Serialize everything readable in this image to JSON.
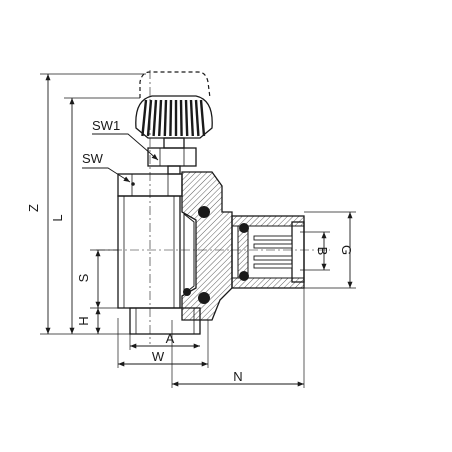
{
  "dimensions": {
    "z": "Z",
    "l": "L",
    "sw1": "SW1",
    "sw": "SW",
    "s": "S",
    "h": "H",
    "a": "A",
    "w": "W",
    "n": "N",
    "b": "B",
    "g": "G"
  }
}
